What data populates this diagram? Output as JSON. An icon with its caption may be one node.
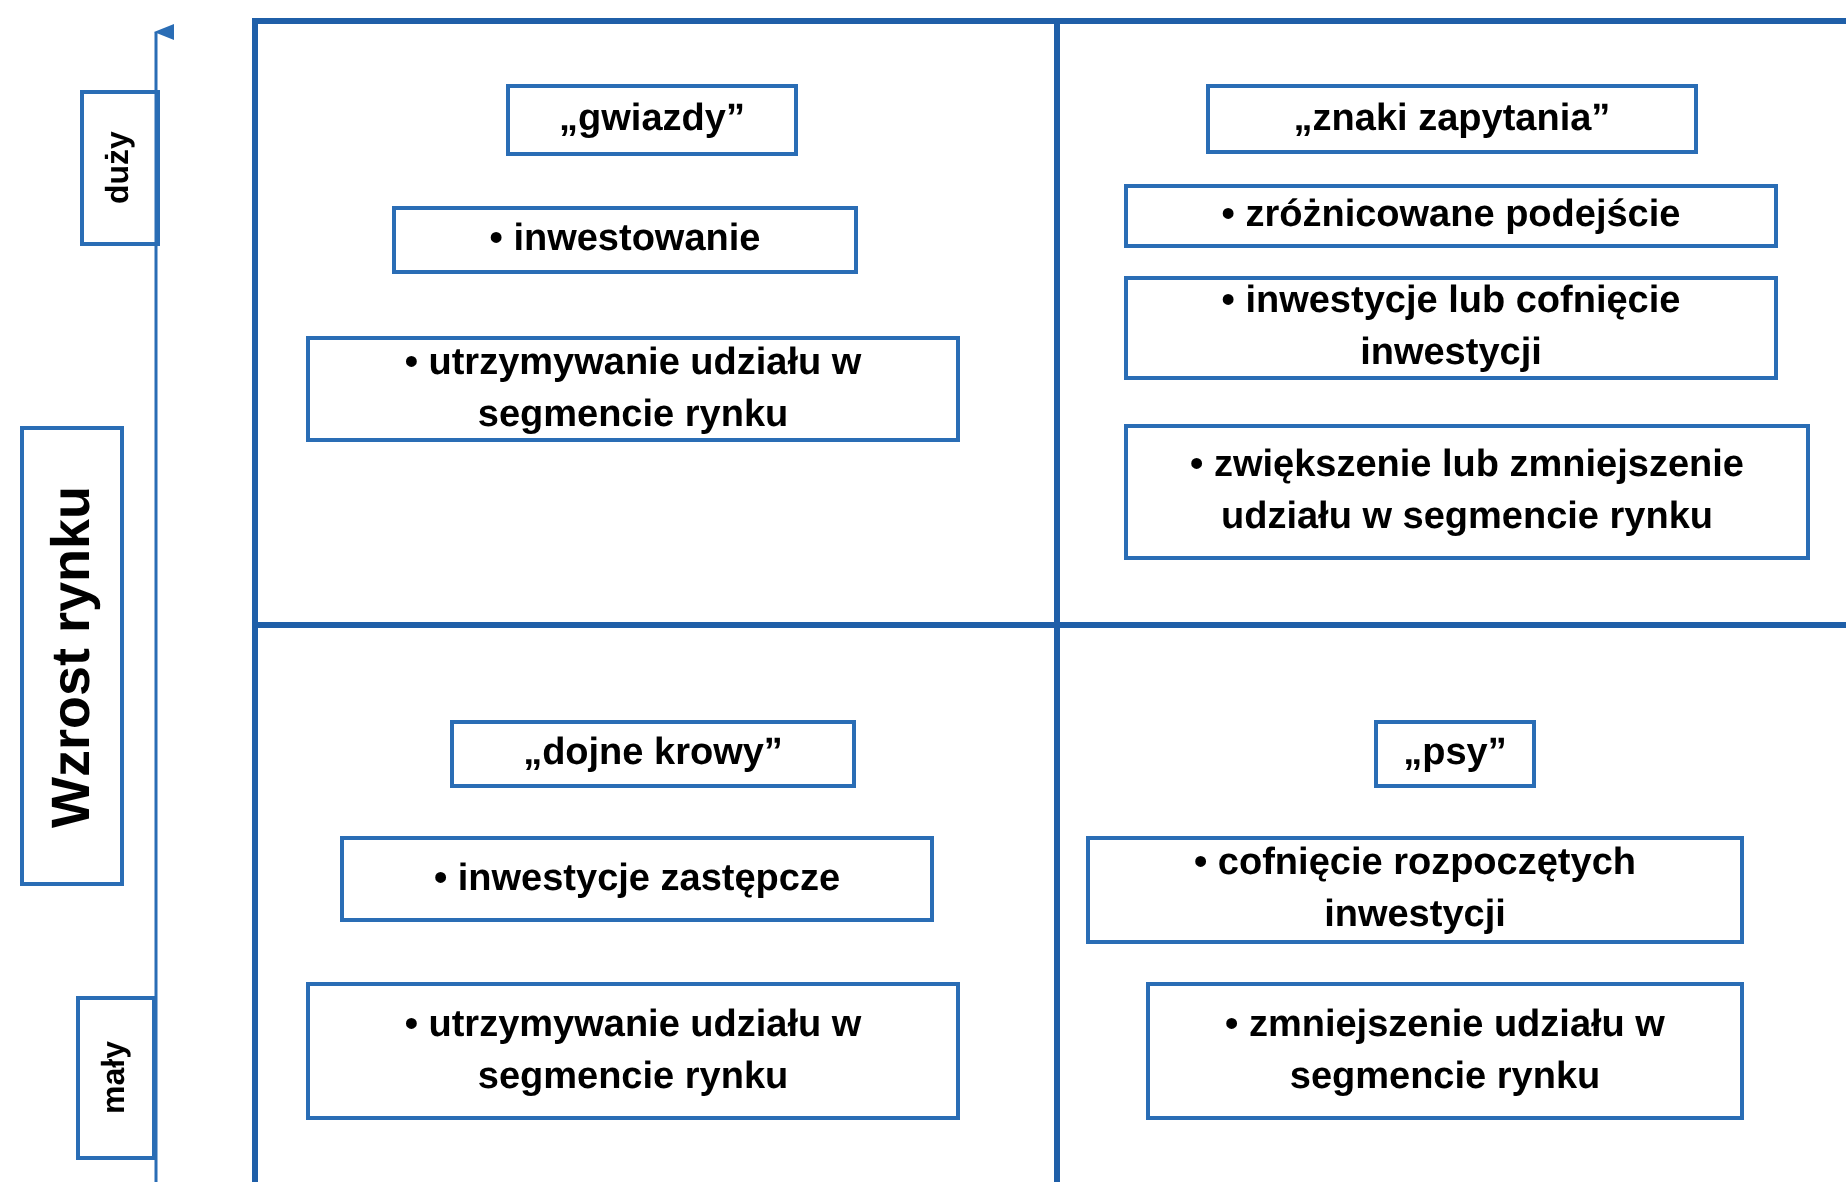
{
  "diagram": {
    "nodes": [
      {
        "text": [
          "duży"
        ]
      },
      {
        "text": [
          "Wzrost rynku"
        ]
      },
      {
        "text": [
          "mały"
        ]
      },
      {
        "text": [],
        "shape": "box"
      },
      {
        "text": [
          "„gwiazdy”"
        ],
        "in": 3
      },
      {
        "text": [
          "• inwestowanie"
        ],
        "in": 3
      },
      {
        "text": [
          "• utrzymywanie udziału w segmencie rynku"
        ],
        "in": 3
      },
      {
        "text": [],
        "shape": "box"
      },
      {
        "text": [
          "„znaki zapytania”"
        ],
        "in": 7
      },
      {
        "text": [
          "• zróżnicowane podejście"
        ],
        "in": 7
      },
      {
        "text": [
          "• inwestycje lub cofnięcie inwestycji"
        ],
        "in": 7
      },
      {
        "text": [
          "• zwiększenie lub zmniejszenie udziału w segmencie rynku"
        ],
        "in": 7
      },
      {
        "text": [],
        "shape": "box"
      },
      {
        "text": [
          "„dojne krowy”"
        ],
        "in": 12
      },
      {
        "text": [
          "• inwestycje zastępcze"
        ],
        "in": 12
      },
      {
        "text": [
          "• utrzymywanie udziału w segmencie rynku"
        ],
        "in": 12
      },
      {
        "text": [],
        "shape": "box"
      },
      {
        "text": [
          "„psy”"
        ],
        "in": 16
      },
      {
        "text": [
          "• cofnięcie rozpoczętych inwestycji"
        ],
        "in": 16
      },
      {
        "text": [
          "• zmniejszenie udziału w segmencie rynku"
        ],
        "in": 16
      }
    ],
    "edges": []
  }
}
